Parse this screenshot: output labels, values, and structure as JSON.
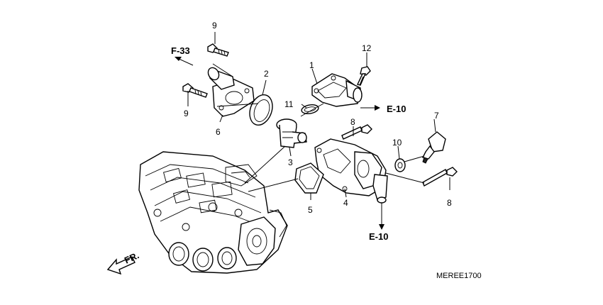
{
  "callouts": {
    "p1": "1",
    "p2": "2",
    "p3": "3",
    "p4": "4",
    "p5": "5",
    "p6": "6",
    "p7": "7",
    "p8a": "8",
    "p8b": "8",
    "p9a": "9",
    "p9b": "9",
    "p10": "10",
    "p11": "11",
    "p12": "12"
  },
  "references": {
    "f33": "F-33",
    "e10_right": "E-10",
    "e10_bottom": "E-10"
  },
  "direction_label": "FR.",
  "diagram_code": "MEREE1700"
}
